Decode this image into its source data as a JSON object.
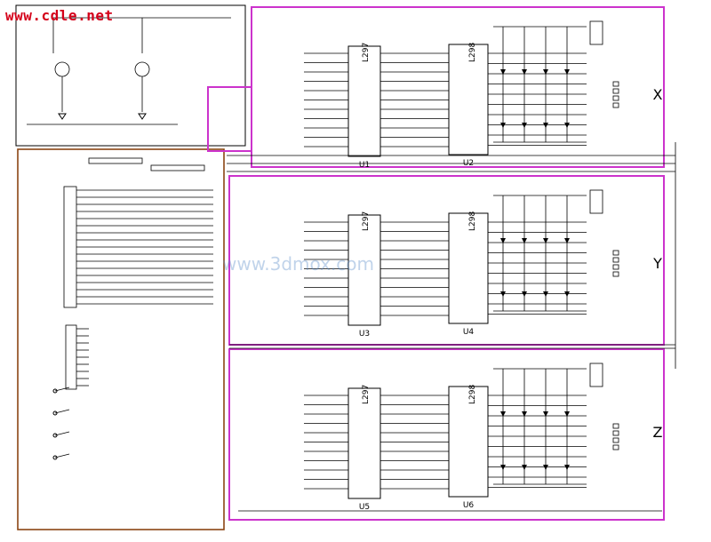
{
  "site_text": "www.cdle.net",
  "watermark": "www.3dmox.com",
  "colors": {
    "wire": "#000000",
    "magenta": "#cc33cc",
    "brown": "#8b4513",
    "site": "#d4001a"
  },
  "axes": [
    {
      "label": "X",
      "chips": [
        "U1",
        "U2"
      ]
    },
    {
      "label": "Y",
      "chips": [
        "U3",
        "U4"
      ]
    },
    {
      "label": "Z",
      "chips": [
        "U5",
        "U6"
      ]
    }
  ],
  "chip_parts": {
    "left": "L297",
    "right": "L298"
  }
}
